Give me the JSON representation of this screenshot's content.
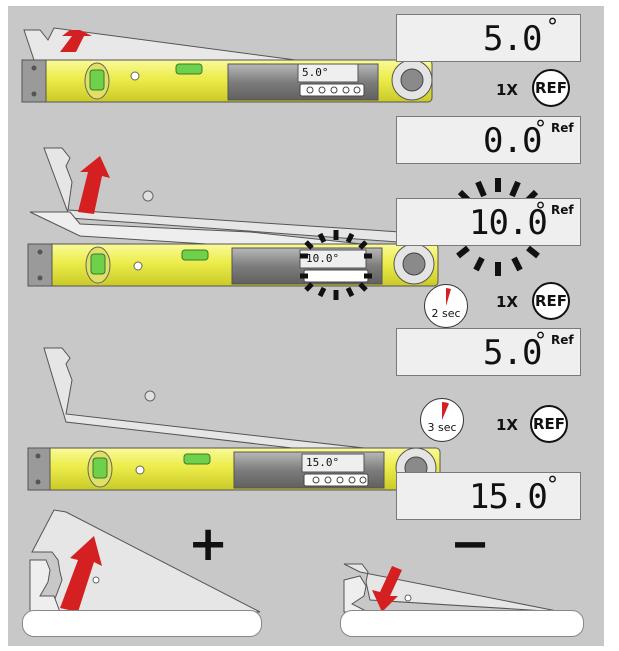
{
  "steps": [
    {
      "display": {
        "value": "5.0",
        "unit": "°",
        "ref": ""
      },
      "press": {
        "count": "1X",
        "button": "REF"
      }
    },
    {
      "display": {
        "value": "0.0",
        "unit": "°",
        "ref": "Ref"
      }
    },
    {
      "display": {
        "value": "10.0",
        "unit": "°",
        "ref": "Ref"
      },
      "press": {
        "count": "1X",
        "button": "REF"
      },
      "timer": "2 sec"
    },
    {
      "display": {
        "value": "5.0",
        "unit": "°",
        "ref": "Ref"
      },
      "press": {
        "count": "1X",
        "button": "REF"
      },
      "timer": "3 sec"
    },
    {
      "display": {
        "value": "15.0",
        "unit": "°",
        "ref": ""
      }
    }
  ],
  "tool_readouts": [
    "5.0°",
    "10.0°",
    "15.0°"
  ],
  "bottom": {
    "plus": "+",
    "minus": "−"
  },
  "colors": {
    "panel": "#c8c8c8",
    "level_yellow": "#ecec5a",
    "arm": "#e6e6e6",
    "arrow_red": "#d42020",
    "lcd": "#efefef"
  }
}
